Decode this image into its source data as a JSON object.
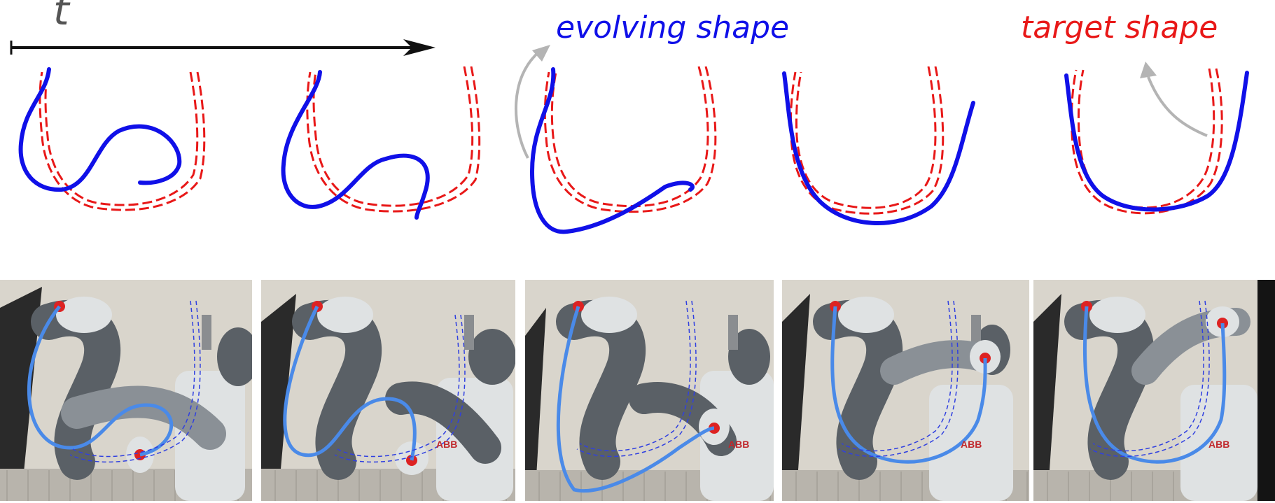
{
  "time_axis": {
    "label": "t"
  },
  "legend": {
    "evolving_label": "evolving shape",
    "target_label": "target shape"
  },
  "colors": {
    "evolving": "#1010e8",
    "target": "#e81818",
    "arrow": "#111111",
    "pointer": "#b4b4b4",
    "wall": "#d9d5cc",
    "robot_gray": "#5a6066",
    "robot_light": "#dfe2e3"
  },
  "frames": [
    {
      "name": "frame-1"
    },
    {
      "name": "frame-2"
    },
    {
      "name": "frame-3"
    },
    {
      "name": "frame-4"
    },
    {
      "name": "frame-5"
    }
  ],
  "photos": [
    {
      "name": "photo-1",
      "logo": ""
    },
    {
      "name": "photo-2",
      "logo": "ABB"
    },
    {
      "name": "photo-3",
      "logo": "ABB"
    },
    {
      "name": "photo-4",
      "logo": "ABB"
    },
    {
      "name": "photo-5",
      "logo": "ABB"
    }
  ]
}
